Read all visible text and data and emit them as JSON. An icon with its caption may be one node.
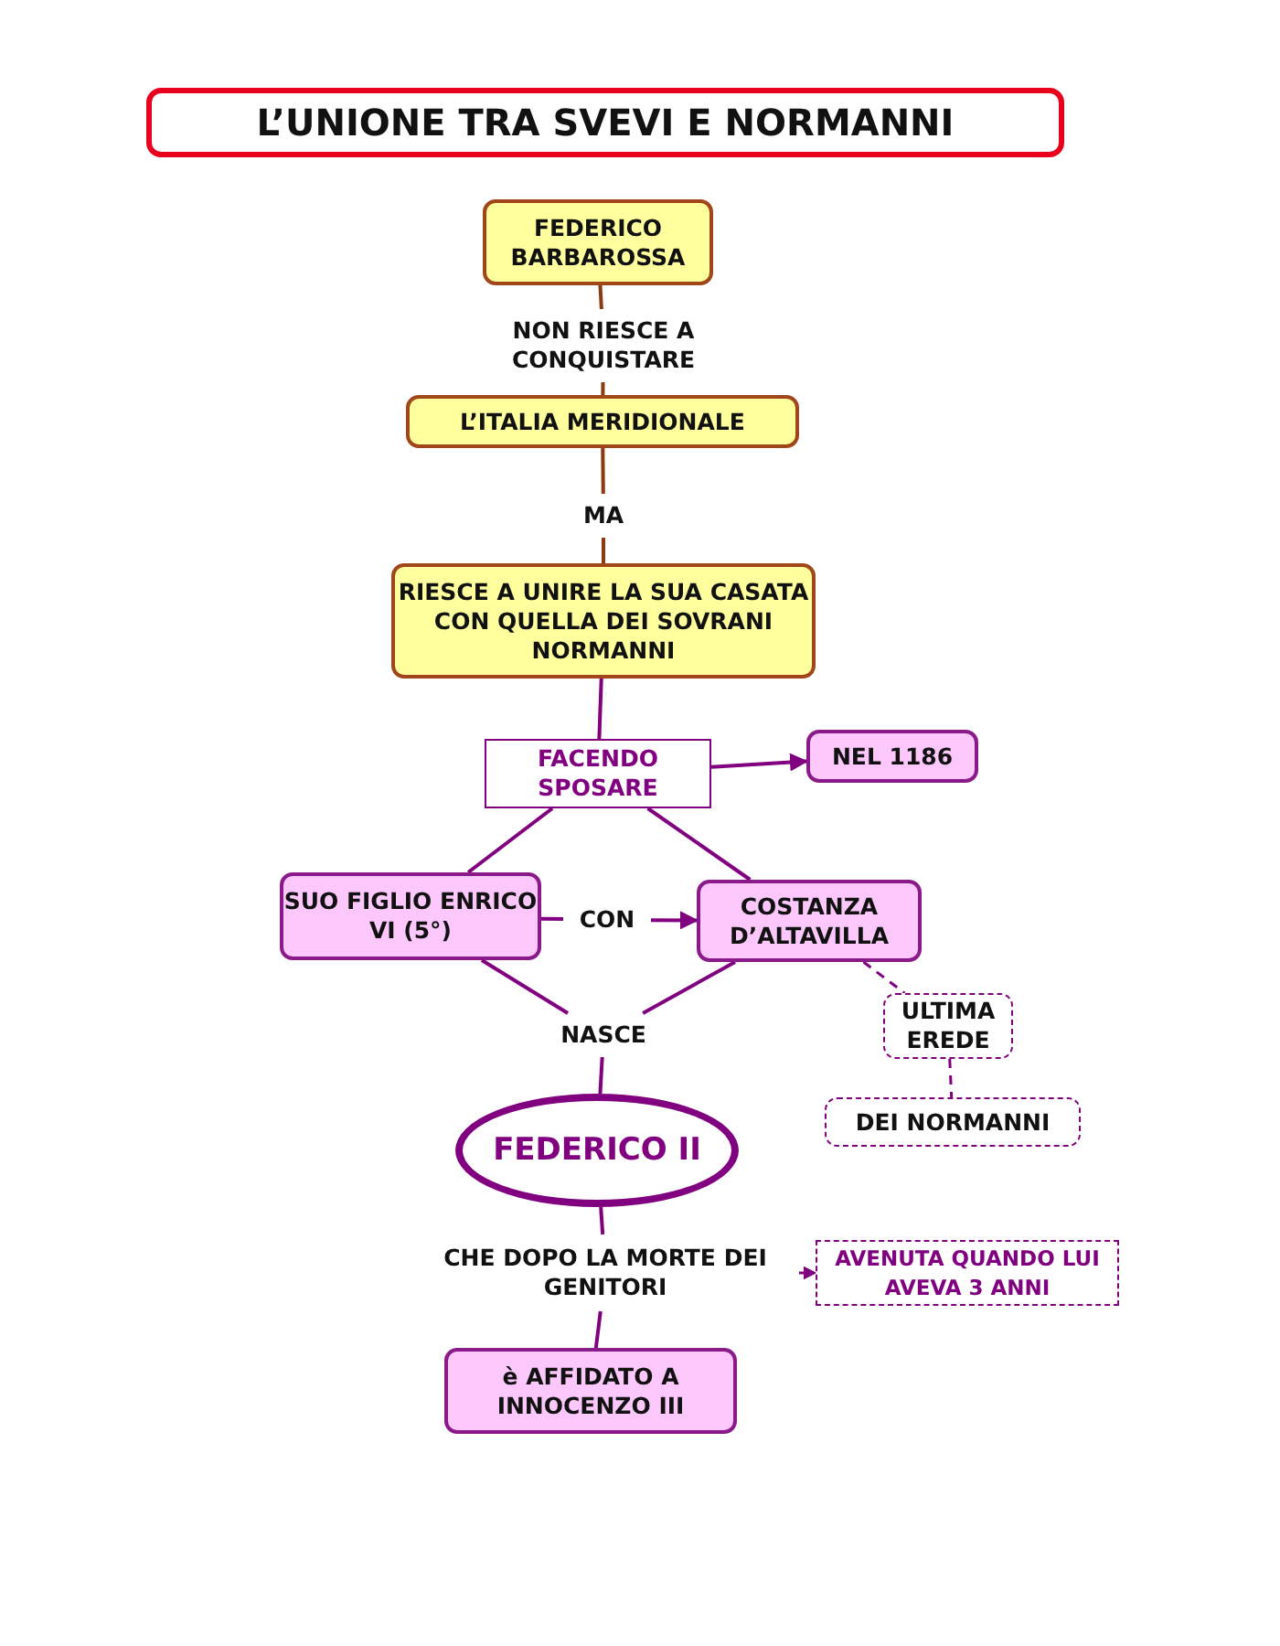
{
  "diagram": {
    "title": "L’UNIONE TRA SVEVI E NORMANNI",
    "nodes": [
      {
        "text": [
          "FEDERICO BARBAROSSA"
        ]
      },
      {
        "text": [
          "NON RIESCE A CONQUISTARE"
        ]
      },
      {
        "text": [
          "L’ITALIA MERIDIONALE"
        ]
      },
      {
        "text": [
          "MA"
        ]
      },
      {
        "text": [
          "RIESCE A UNIRE LA SUA CASATA CON QUELLA DEI SOVRANI NORMANNI"
        ]
      },
      {
        "text": [
          "FACENDO SPOSARE"
        ]
      },
      {
        "text": [
          "NEL 1186"
        ]
      },
      {
        "text": [
          "SUO FIGLIO ENRICO VI (5°)"
        ]
      },
      {
        "text": [
          "CON"
        ]
      },
      {
        "text": [
          "COSTANZA D’ALTAVILLA"
        ]
      },
      {
        "text": [
          "NASCE"
        ]
      },
      {
        "text": [
          "ULTIMA EREDE"
        ]
      },
      {
        "text": [
          "DEI NORMANNI"
        ]
      },
      {
        "text": [
          "FEDERICO II"
        ]
      },
      {
        "text": [
          "CHE DOPO LA MORTE DEI GENITORI"
        ]
      },
      {
        "text": [
          "AVENUTA QUANDO LUI AVEVA 3 ANNI"
        ]
      },
      {
        "text": [
          "è AFFIDATO A INNOCENZO III"
        ]
      }
    ],
    "edges": [
      {
        "from": 0,
        "to": 1,
        "arrow": "none",
        "color": "#8b3a12"
      },
      {
        "from": 1,
        "to": 2,
        "arrow": "none",
        "color": "#8b3a12"
      },
      {
        "from": 2,
        "to": 3,
        "arrow": "none",
        "color": "#8b3a12"
      },
      {
        "from": 3,
        "to": 4,
        "arrow": "none",
        "color": "#8b3a12"
      },
      {
        "from": 4,
        "to": 5,
        "arrow": "none"
      },
      {
        "from": 5,
        "to": 6,
        "arrow": "to"
      },
      {
        "from": 5,
        "to": 7,
        "arrow": "none"
      },
      {
        "from": 5,
        "to": 9,
        "arrow": "none"
      },
      {
        "from": 7,
        "to": 8,
        "arrow": "none"
      },
      {
        "from": 8,
        "to": 9,
        "arrow": "to"
      },
      {
        "from": 7,
        "to": 10,
        "arrow": "none"
      },
      {
        "from": 9,
        "to": 10,
        "arrow": "none"
      },
      {
        "from": 9,
        "to": 11,
        "arrow": "none",
        "style": "dashed"
      },
      {
        "from": 11,
        "to": 12,
        "arrow": "none",
        "style": "dashed"
      },
      {
        "from": 10,
        "to": 13,
        "arrow": "none"
      },
      {
        "from": 13,
        "to": 14,
        "arrow": "none"
      },
      {
        "from": 14,
        "to": 15,
        "arrow": "to",
        "style": "dashed"
      },
      {
        "from": 14,
        "to": 16,
        "arrow": "none"
      }
    ]
  }
}
